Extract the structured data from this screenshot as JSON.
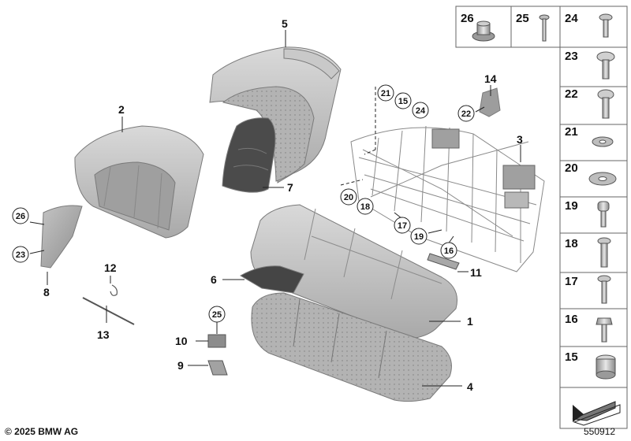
{
  "callouts": {
    "c1": "1",
    "c2": "2",
    "c3": "3",
    "c4": "4",
    "c5": "5",
    "c6": "6",
    "c7": "7",
    "c8": "8",
    "c9": "9",
    "c10": "10",
    "c11": "11",
    "c12": "12",
    "c13": "13",
    "c14": "14"
  },
  "circled": {
    "a21": "21",
    "a15": "15",
    "a24": "24",
    "a22": "22",
    "a20": "20",
    "a18": "18",
    "a17": "17",
    "a19": "19",
    "a16": "16",
    "a25": "25",
    "a26": "26",
    "a23": "23"
  },
  "legend": {
    "top": [
      "26",
      "25",
      "24"
    ],
    "side": [
      "23",
      "22",
      "21",
      "20",
      "19",
      "18",
      "17",
      "16",
      "15"
    ]
  },
  "footer": {
    "copyright": "© 2025 BMW AG",
    "diagram_id": "550912"
  }
}
